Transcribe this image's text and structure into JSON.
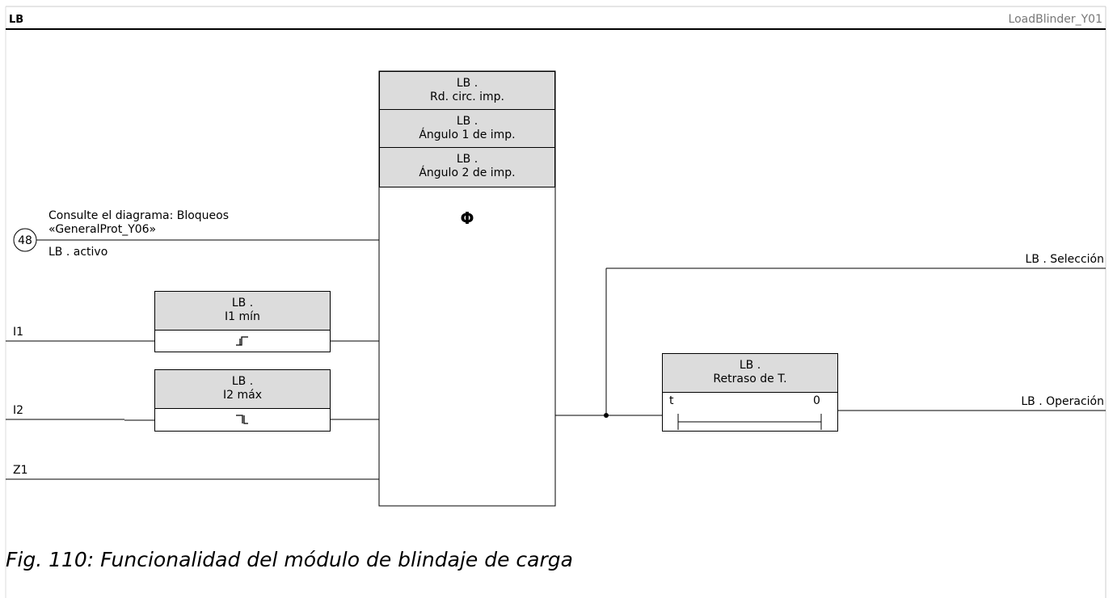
{
  "header": {
    "title": "LB",
    "diagram_id": "LoadBlinder_Y01"
  },
  "center_block": {
    "params": [
      {
        "line1": "LB .",
        "line2": "Rd. circ. imp."
      },
      {
        "line1": "LB .",
        "line2": "Ángulo 1 de imp."
      },
      {
        "line1": "LB .",
        "line2": "Ángulo 2 de imp."
      }
    ],
    "symbol": "Φ"
  },
  "blocking_ref": {
    "marker": "48",
    "text1": "Consulte el diagrama: Bloqueos",
    "text2": "«GeneralProt_Y06»",
    "signal": "LB . activo"
  },
  "inputs": {
    "i1": "I1",
    "i2": "I2",
    "z1": "Z1"
  },
  "i1_block": {
    "line1": "LB .",
    "line2": "I1 mín"
  },
  "i2_block": {
    "line1": "LB .",
    "line2": "I2 máx"
  },
  "timer_block": {
    "line1": "LB .",
    "line2": "Retraso de T.",
    "t_label": "t",
    "zero_label": "0"
  },
  "outputs": {
    "selection": "LB . Selección",
    "operation": "LB . Operación"
  },
  "caption": "Fig. 110: Funcionalidad del módulo de blindaje de carga"
}
